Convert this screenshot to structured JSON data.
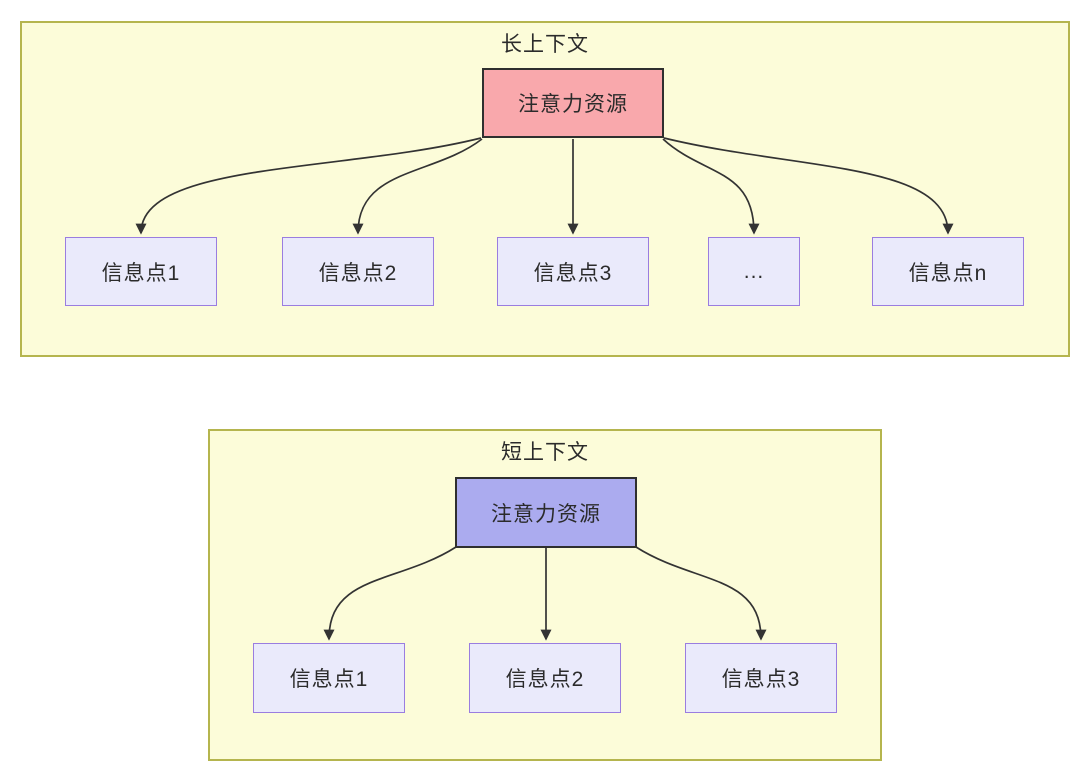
{
  "sections": [
    {
      "title": "长上下文",
      "source": {
        "label": "注意力资源"
      },
      "targets": [
        {
          "label": "信息点1"
        },
        {
          "label": "信息点2"
        },
        {
          "label": "信息点3"
        },
        {
          "label": "..."
        },
        {
          "label": "信息点n"
        }
      ],
      "colors": {
        "group_fill": "#fcfcd9",
        "group_border": "#b5b54e",
        "source_fill": "#f9a8ac",
        "source_border": "#2f2f2f",
        "target_fill": "#eaeafb",
        "target_border": "#9a7de0"
      }
    },
    {
      "title": "短上下文",
      "source": {
        "label": "注意力资源"
      },
      "targets": [
        {
          "label": "信息点1"
        },
        {
          "label": "信息点2"
        },
        {
          "label": "信息点3"
        }
      ],
      "colors": {
        "group_fill": "#fcfcd9",
        "group_border": "#b5b54e",
        "source_fill": "#ababef",
        "source_border": "#2f2f2f",
        "target_fill": "#eaeafb",
        "target_border": "#9a7de0"
      }
    }
  ],
  "arrows": {
    "color": "#333333"
  },
  "text_color": "#2b2b2b"
}
